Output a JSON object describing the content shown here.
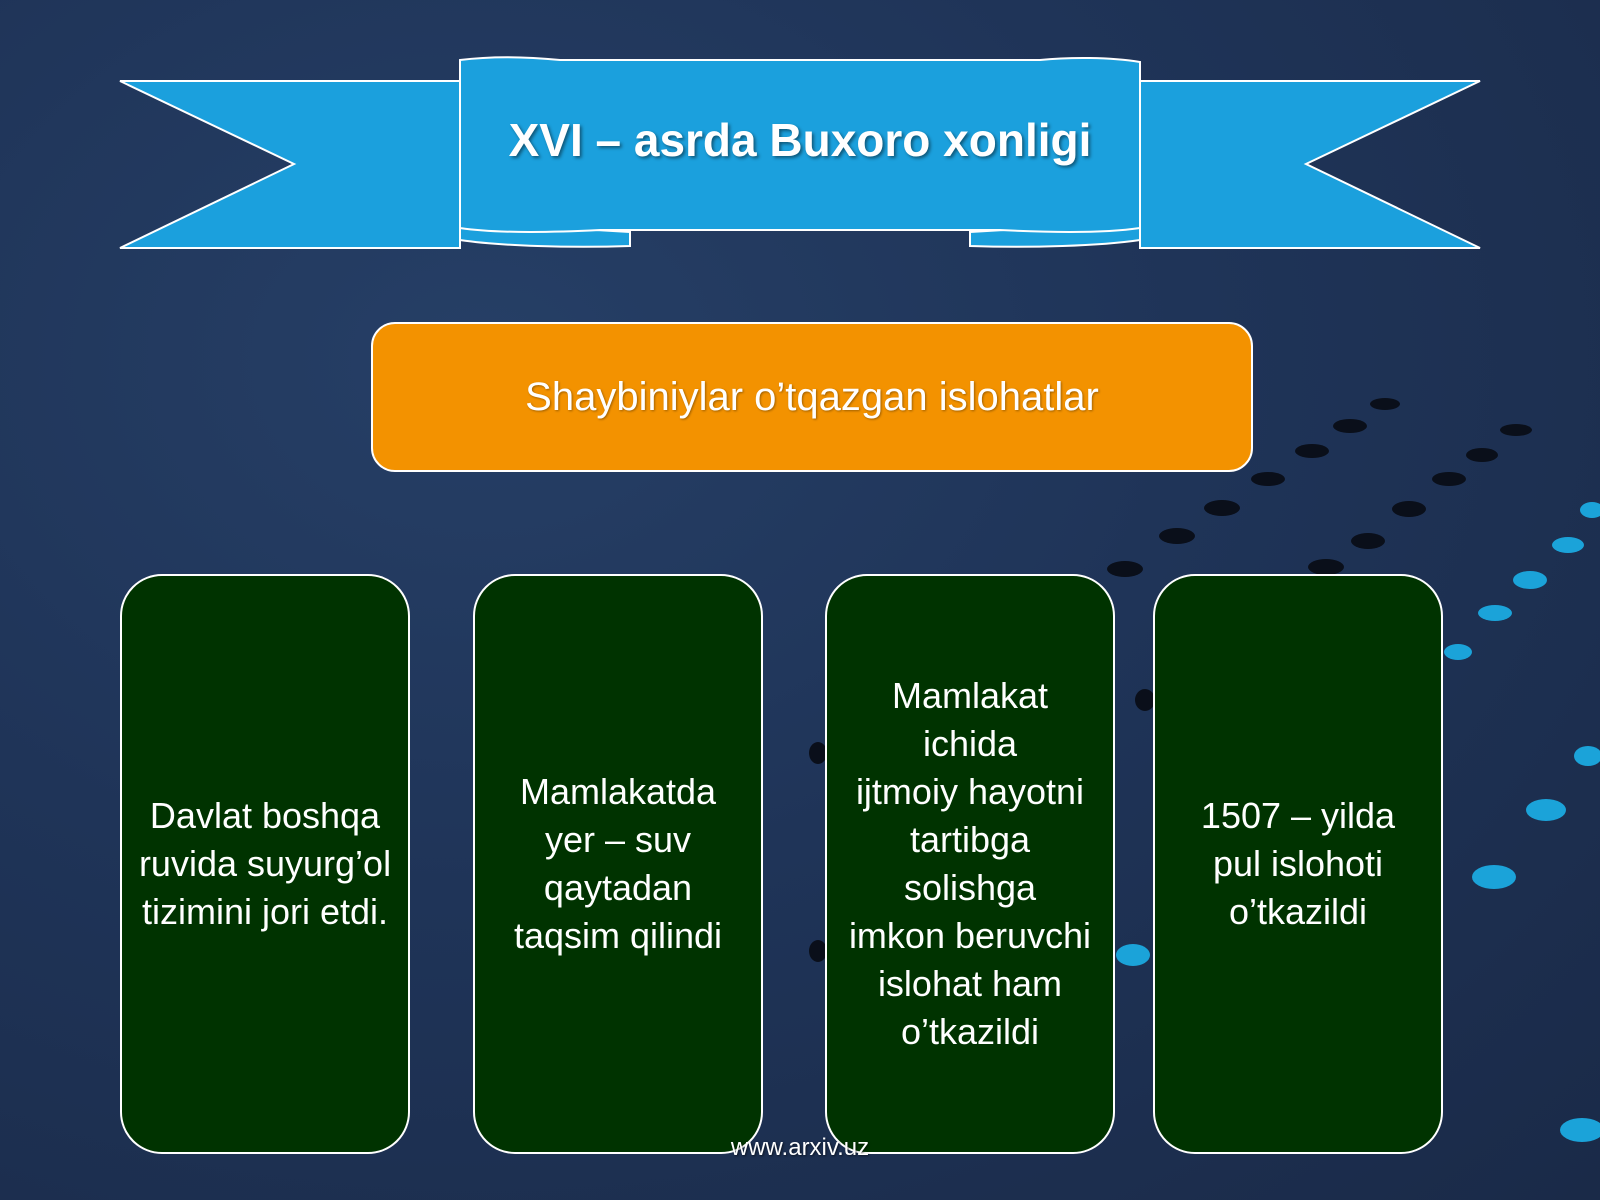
{
  "title": "XVI – asrda Buxoro xonligi",
  "subtitle": "Shaybiniylar o’tqazgan islohatlar",
  "reforms": [
    "Davlat boshqa\nruvida suyurg’ol\ntizimini jori etdi.",
    "Mamlakatda\nyer – suv\nqaytadan\ntaqsim qilindi",
    "Mamlakat\nichida\nijtmoiy hayotni\ntartibga\nsolishga\nimkon beruvchi\nislohat ham\no’tkazildi",
    "1507 – yilda\npul islohoti\no’tkazildi"
  ],
  "watermark": "www.arxiv.uz",
  "colors": {
    "background": "#1f3458",
    "ribbon": "#1ba0dd",
    "subtitle_box": "#f39200",
    "card": "#003300",
    "text": "#ffffff",
    "dot_dark": "#0a0f1a",
    "dot_light": "#1ba3d9"
  }
}
